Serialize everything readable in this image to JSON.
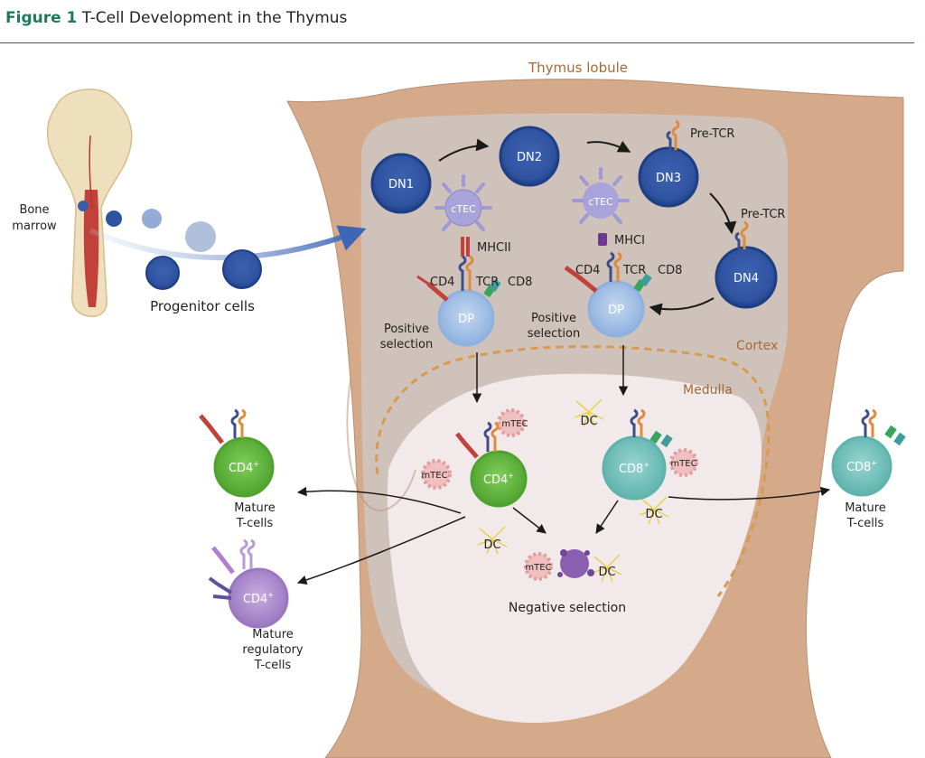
{
  "figure": {
    "number": "Figure 1",
    "title": "T-Cell Development in the Thymus"
  },
  "labels": {
    "thymus_lobule": "Thymus lobule",
    "bone_marrow_1": "Bone",
    "bone_marrow_2": "marrow",
    "progenitor": "Progenitor cells",
    "cortex": "Cortex",
    "medulla": "Medulla",
    "dn1": "DN1",
    "dn2": "DN2",
    "dn3": "DN3",
    "dn4": "DN4",
    "pre_tcr_dn3": "Pre-TCR",
    "pre_tcr_dn4": "Pre-TCR",
    "ctec_left": "cTEC",
    "ctec_right": "cTEC",
    "mhcii": "MHCII",
    "mhci": "MHCI",
    "cd4_left": "CD4",
    "tcr_left": "TCR",
    "cd8_left": "CD8",
    "cd4_right": "CD4",
    "tcr_right": "TCR",
    "cd8_right": "CD8",
    "dp_left": "DP",
    "dp_right": "DP",
    "pos_sel_left_1": "Positive",
    "pos_sel_left_2": "selection",
    "pos_sel_right_1": "Positive",
    "pos_sel_right_2": "selection",
    "mtec_top": "mTEC",
    "mtec_left": "mTEC",
    "mtec_right": "mTEC",
    "mtec_bottom": "mTEC",
    "dc_top": "DC",
    "dc_right": "DC",
    "dc_left": "DC",
    "dc_bottom": "DC",
    "cd4_medulla": "CD4",
    "cd8_medulla": "CD8",
    "neg_sel": "Negative selection",
    "mature_cd4": "CD4",
    "mature_cd4_l1": "Mature",
    "mature_cd4_l2": "T-cells",
    "treg": "CD4",
    "treg_l1": "Mature",
    "treg_l2": "regulatory",
    "treg_l3": "T-cells",
    "mature_cd8": "CD8",
    "mature_cd8_l1": "Mature",
    "mature_cd8_l2": "T-cells",
    "plus": "+"
  },
  "colors": {
    "header_accent": "#1f7a5a",
    "thymus_tissue": "#d4a98a",
    "cortex_fill": "#cfc3bb",
    "medulla_fill": "#f1e9ea",
    "dn_cell": "#3a5fa8",
    "dp_cell": "#b3ccec",
    "ctec": "#a9a3dc",
    "mtec": "#f0c0c0",
    "dc": "#f2e15a",
    "cd4_mature": "#6ac144",
    "cd8_mature": "#7ec9c4",
    "treg": "#b99ad6",
    "label_brown": "#a56a35"
  }
}
